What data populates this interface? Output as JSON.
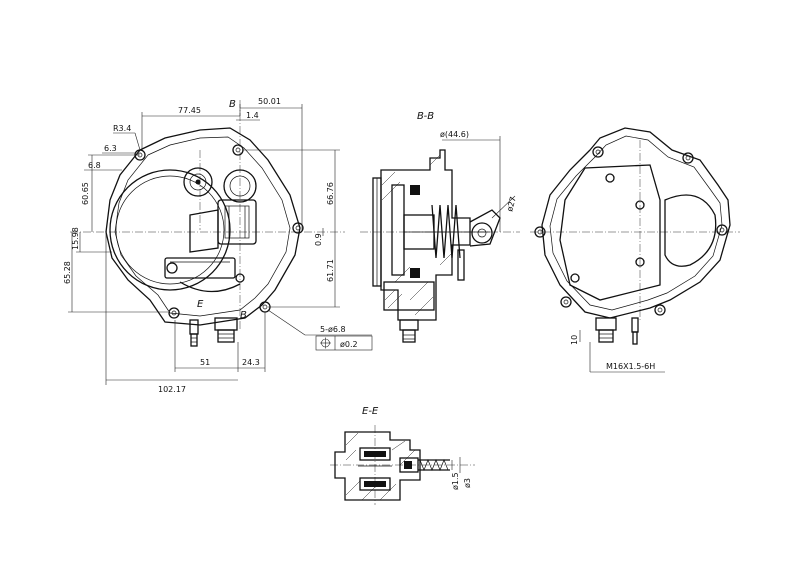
{
  "dimensions": {
    "d77_45": "77.45",
    "d50_01": "50.01",
    "d1_4": "1.4",
    "r3_4": "R3.4",
    "d6_3": "6.3",
    "d6_8": "6.8",
    "d60_65": "60.65",
    "d15_98": "15.98",
    "d65_28": "65.28",
    "d66_76": "66.76",
    "d0_9": "0.9",
    "d61_71": "61.71",
    "d51": "51",
    "d24_3": "24.3",
    "d102_17": "102.17",
    "hole_callout": "5-ø6.8",
    "position_tol": "ø0.2",
    "d44_6": "ø(44.6)",
    "d27": "ø27",
    "d10": "10",
    "thread": "M16X1.5-6H",
    "d1_5": "ø1.5",
    "d3": "ø3"
  },
  "section_labels": {
    "bb": "B-B",
    "ee": "E-E",
    "cut_b_top": "B",
    "cut_b_bottom": "B",
    "cut_e": "E"
  },
  "colors": {
    "line": "#111111",
    "background": "#ffffff"
  }
}
